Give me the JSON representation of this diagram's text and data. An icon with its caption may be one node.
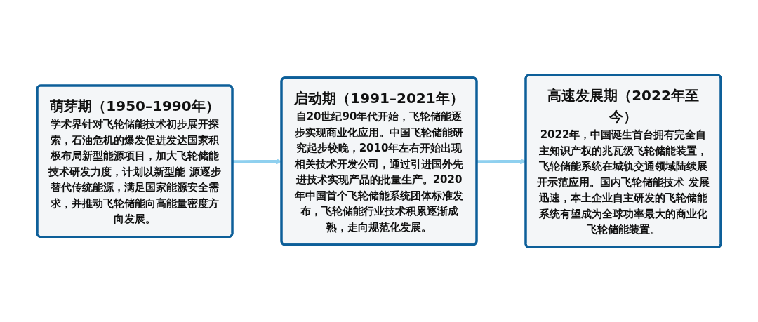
{
  "diagram": {
    "nodes": [
      {
        "text": [
          "萌芽期（1950–1990年）",
          "学术界针对飞轮储能技术初步展开探索，石油危机的爆发促进发达国家积极布局新型能源项目，加大飞轮储能技术研发力度，计划以新型能 源逐步替代传统能源，满足国家能源安全需求，并推动飞轮储能向高能量密度方向发展。"
        ]
      },
      {
        "text": [
          "启动期（1991–2021年）",
          "自20世纪90年代开始，飞轮储能逐步实现商业化应用。中国飞轮储能研究起步较晚，2010年左右开始出现相关技术开发公司，通过引进国外先进技术实现产品的批量生产。2020年中国首个飞轮储能系统团体标准发布，飞轮储能行业技术积累逐渐成熟，走向规范化发展。"
        ]
      },
      {
        "text": [
          "高速发展期（2022年至今）",
          "2022年，中国诞生首台拥有完全自主知识产权的兆瓦级飞轮储能装置，飞轮储能系统在城轨交通领域陆续展开示范应用。国内飞轮储能技术 发展迅速，本土企业自主研发的飞轮储能系统有望成为全球功率最大的商业化飞轮储能装置。"
        ]
      }
    ],
    "edges": [
      {
        "from": 0,
        "to": 1,
        "arrow": "to"
      },
      {
        "from": 1,
        "to": 2,
        "arrow": "to"
      }
    ]
  }
}
